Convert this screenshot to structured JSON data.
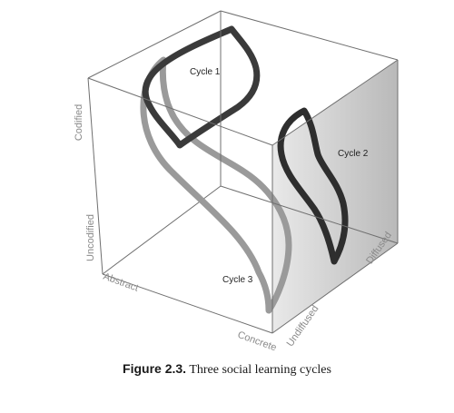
{
  "figure": {
    "caption_number": "Figure 2.3.",
    "caption_text": "Three social learning cycles"
  },
  "axes": {
    "vertical_top": "Codified",
    "vertical_bottom": "Uncodified",
    "depth_near": "Concrete",
    "depth_far": "Abstract",
    "horizontal_near": "Undiffused",
    "horizontal_far": "Diffused"
  },
  "cycles": [
    {
      "label": "Cycle 1",
      "stroke": "#3a3a3a"
    },
    {
      "label": "Cycle 2",
      "stroke": "#2e2e2e"
    },
    {
      "label": "Cycle 3",
      "stroke": "#9a9a9a"
    }
  ],
  "colors": {
    "right_face_shade": "#c4c4c4",
    "edge": "#6f6f6f"
  }
}
